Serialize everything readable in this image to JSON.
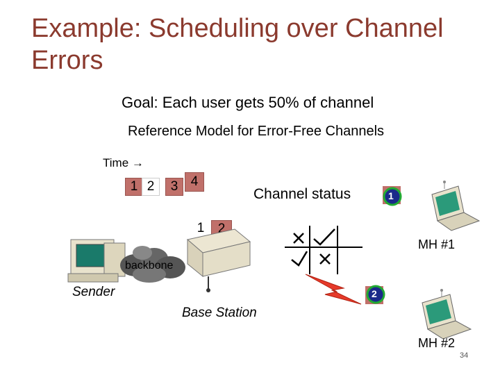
{
  "slide": {
    "title": "Example: Scheduling over Channel Errors",
    "goal": "Goal: Each user gets 50% of channel",
    "reference": "Reference Model for Error-Free Channels",
    "time_label": "Time",
    "time_arrow": "→",
    "page_number": "34"
  },
  "queue_top": [
    "1",
    "2",
    "3",
    "4"
  ],
  "queue_bs": [
    "1",
    "2"
  ],
  "labels": {
    "channel_status": "Channel status",
    "backbone": "backbone",
    "sender": "Sender",
    "base_station": "Base Station",
    "mh1": "MH #1",
    "mh2": "MH #2"
  },
  "badges": {
    "mh1": "1",
    "mh2": "2"
  },
  "colors": {
    "title": "#8b3a2e",
    "slot": "#c0706a",
    "badge_ring": "#22aa33",
    "badge_fill": "#1a2a8a"
  }
}
